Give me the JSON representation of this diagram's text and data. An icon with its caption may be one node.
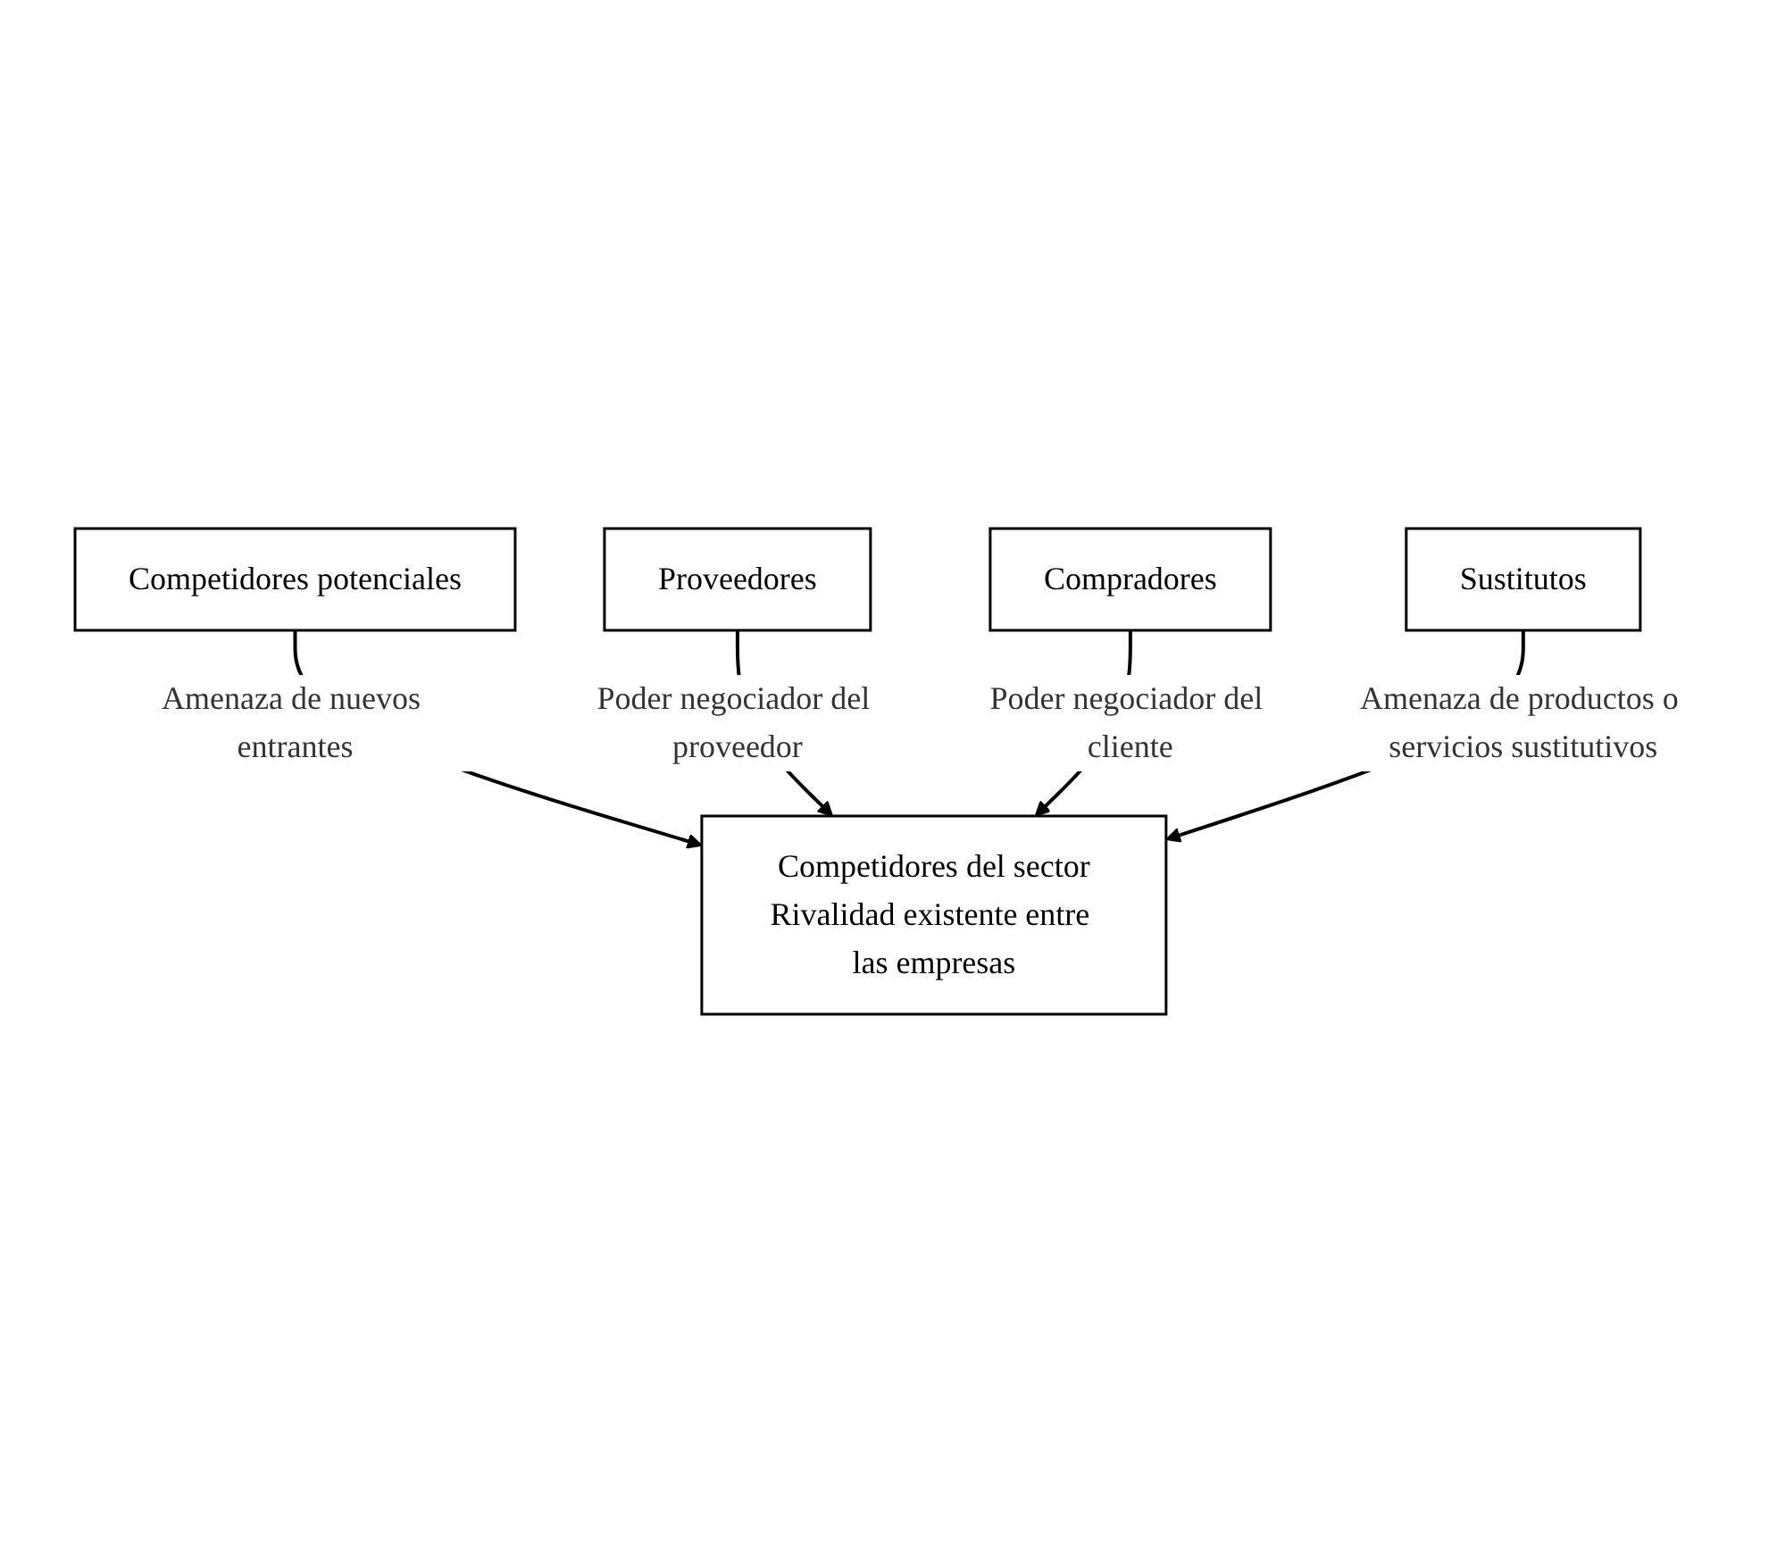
{
  "diagram": {
    "nodes": [
      {
        "text": [
          "Competidores potenciales"
        ]
      },
      {
        "text": [
          "Proveedores"
        ]
      },
      {
        "text": [
          "Competidores del sector",
          "Rivalidad existente entre las empresas"
        ]
      },
      {
        "text": [
          "Compradores"
        ]
      },
      {
        "text": [
          "Sustitutos"
        ]
      }
    ],
    "edges": [
      {
        "from": 0,
        "to": 2,
        "arrow": "to",
        "label": "Amenaza de nuevos entrantes"
      },
      {
        "from": 1,
        "to": 2,
        "arrow": "to",
        "label": "Poder negociador del proveedor"
      },
      {
        "from": 3,
        "to": 2,
        "arrow": "to",
        "label": "Poder negociador del cliente"
      },
      {
        "from": 4,
        "to": 2,
        "arrow": "to",
        "label": "Amenaza de productos o servicios sustitutivos"
      }
    ]
  }
}
